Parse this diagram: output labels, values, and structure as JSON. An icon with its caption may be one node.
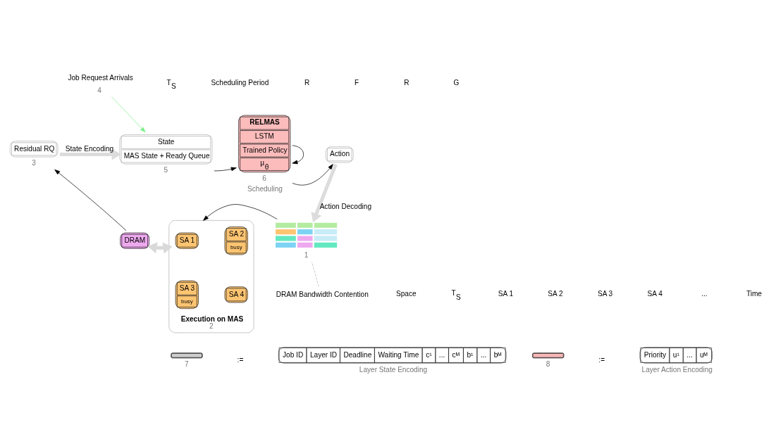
{
  "diagram": {
    "nodes": [
      {
        "text": [
          "State",
          "MAS State + Ready Queue"
        ],
        "beside": [
          "5"
        ]
      },
      {
        "text": [
          "RELMAS",
          "LSTM",
          "Trained Policy",
          "μ$_{θ}$"
        ],
        "beside": [
          "6",
          "Scheduling"
        ]
      },
      {
        "text": [
          "Action"
        ]
      },
      {
        "text": [
          "Execution on MAS"
        ],
        "beside": [
          "2"
        ]
      },
      {
        "text": [
          "SA 1"
        ],
        "in": 3
      },
      {
        "text": [
          "SA 2",
          "busy"
        ],
        "in": 3
      },
      {
        "text": [
          "SA 3",
          "busy"
        ],
        "in": 3
      },
      {
        "text": [
          "SA 4"
        ],
        "in": 3
      },
      {
        "text": [
          "DRAM"
        ]
      },
      {
        "text": [
          "Residual RQ"
        ],
        "beside": [
          "3"
        ]
      },
      {
        "text": [],
        "shape": "picture",
        "beside": [
          "1"
        ]
      },
      {
        "text": [
          "Job Request Arrivals"
        ],
        "beside": [
          "4"
        ]
      },
      {
        "text": [],
        "shape": "bar",
        "beside": [
          "7"
        ]
      },
      {
        "text": [
          "Job ID",
          "Layer ID",
          "Deadline",
          "Waiting Time",
          "c¹",
          "...",
          "cᴹ",
          "b¹",
          "...",
          "bᴹ"
        ],
        "beside": [
          "Layer State Encoding"
        ]
      },
      {
        "text": [],
        "shape": "bar",
        "beside": [
          "8"
        ]
      },
      {
        "text": [
          "Priority",
          "u¹",
          "...",
          "uᴹ"
        ],
        "beside": [
          "Layer Action Encoding"
        ]
      },
      {
        "text": [
          "DRAM Bandwidth Contention"
        ]
      }
    ],
    "edges": [
      {
        "from": 11,
        "to": 0,
        "arrow": "to",
        "color": "#7ef08a"
      },
      {
        "from": 9,
        "to": 0,
        "arrow": "to",
        "label": "State Encoding",
        "style": "thick",
        "color": "#dcdcdc"
      },
      {
        "from": 0,
        "to": 1,
        "arrow": "to"
      },
      {
        "from": 1,
        "to": 1,
        "arrow": "to"
      },
      {
        "from": 1,
        "to": 2,
        "arrow": "to"
      },
      {
        "from": 2,
        "to": 10,
        "arrow": "to",
        "label": "Action Decoding",
        "style": "thick",
        "color": "#dcdcdc"
      },
      {
        "from": 10,
        "to": 3,
        "arrow": "to"
      },
      {
        "from": 8,
        "to": 3,
        "arrow": "both",
        "style": "thick",
        "color": "#d9d9d9"
      },
      {
        "from": 8,
        "to": 9,
        "arrow": "to"
      },
      {
        "from": 16,
        "to": 10,
        "arrow": "none",
        "style": "dashed",
        "color": "#b5b5b5"
      }
    ],
    "labels": [
      "T$_{S}$",
      "Scheduling Period",
      "R",
      "F",
      "R",
      "G",
      "Space",
      "T$_{S}$",
      "SA 1",
      "SA 2",
      "SA 3",
      "SA 4",
      "...",
      "Time",
      ":=",
      ":="
    ]
  }
}
